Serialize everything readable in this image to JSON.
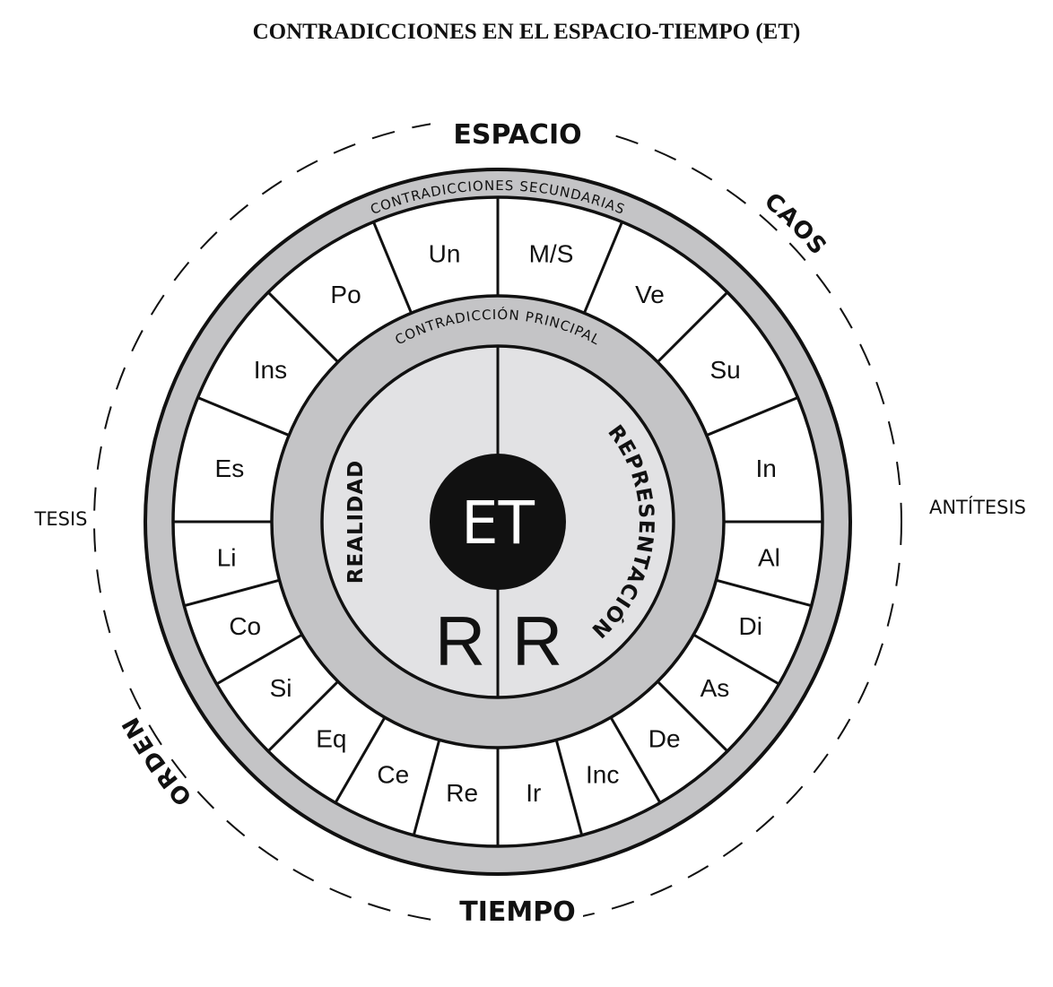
{
  "title": "CONTRADICCIONES EN EL ESPACIO-TIEMPO (ET)",
  "outer_labels": {
    "top": "ESPACIO",
    "bottom": "TIEMPO",
    "left": "TESIS",
    "right": "ANTÍTESIS",
    "top_right": "CAOS",
    "bottom_left": "ORDEN"
  },
  "rings": {
    "secondary": "CONTRADICCIONES SECUNDARIAS",
    "principal": "CONTRADICCIÓN PRINCIPAL"
  },
  "segments": [
    "M/S",
    "Ve",
    "Su",
    "In",
    "Al",
    "Di",
    "As",
    "De",
    "Inc",
    "Ir",
    "Re",
    "Ce",
    "Eq",
    "Si",
    "Co",
    "Li",
    "Es",
    "Ins",
    "Po",
    "Un"
  ],
  "center": {
    "core": "ET",
    "left_label": "REALIDAD",
    "right_label": "REPRESENTACIÓN",
    "left_letter": "R",
    "right_letter": "R"
  },
  "colors": {
    "ring_gray": "#c4c4c6",
    "inner_gray": "#e2e2e4",
    "ink": "#111111"
  }
}
